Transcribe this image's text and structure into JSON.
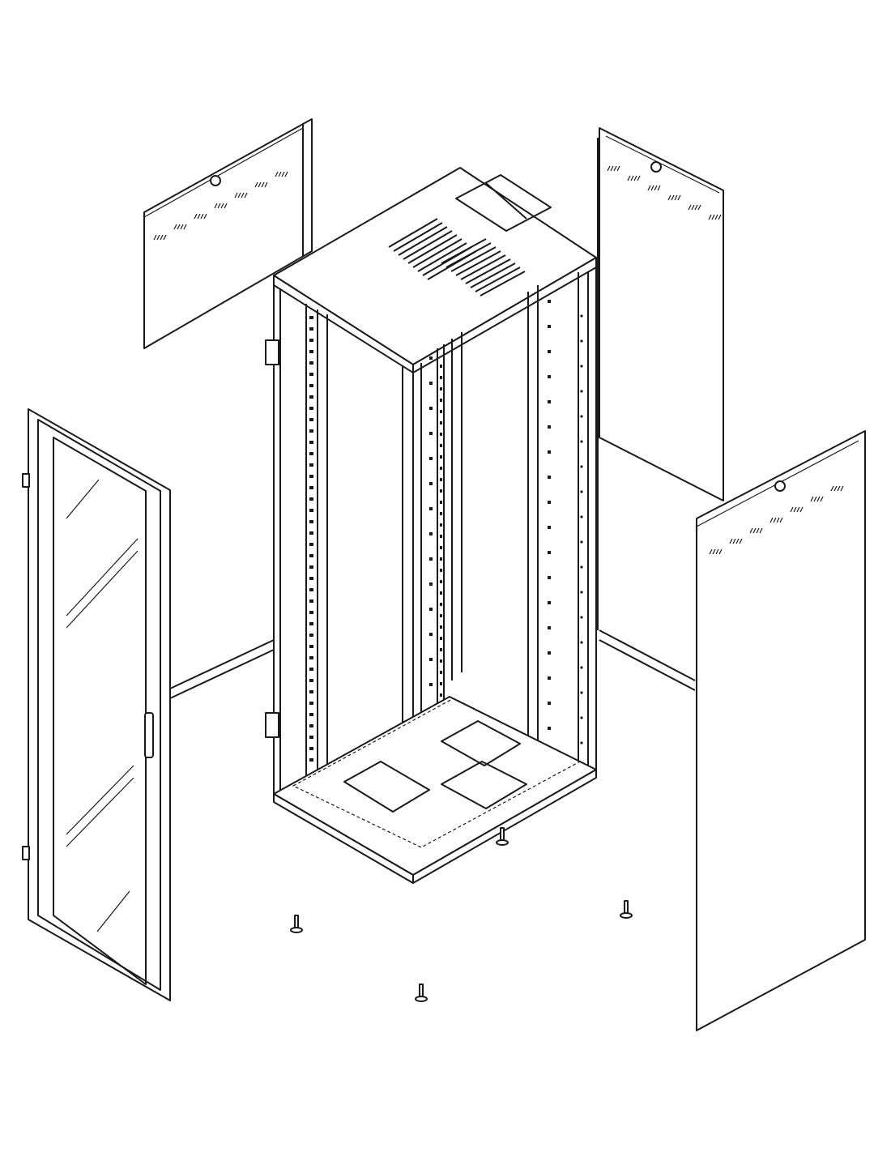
{
  "diagram": {
    "background": "#ffffff",
    "stroke": "#1a1a1a",
    "parts": [
      "rear-left-side-panel",
      "rear-right-side-panel",
      "glass-front-door",
      "front-right-side-panel",
      "cabinet-frame",
      "leveling-feet"
    ]
  }
}
